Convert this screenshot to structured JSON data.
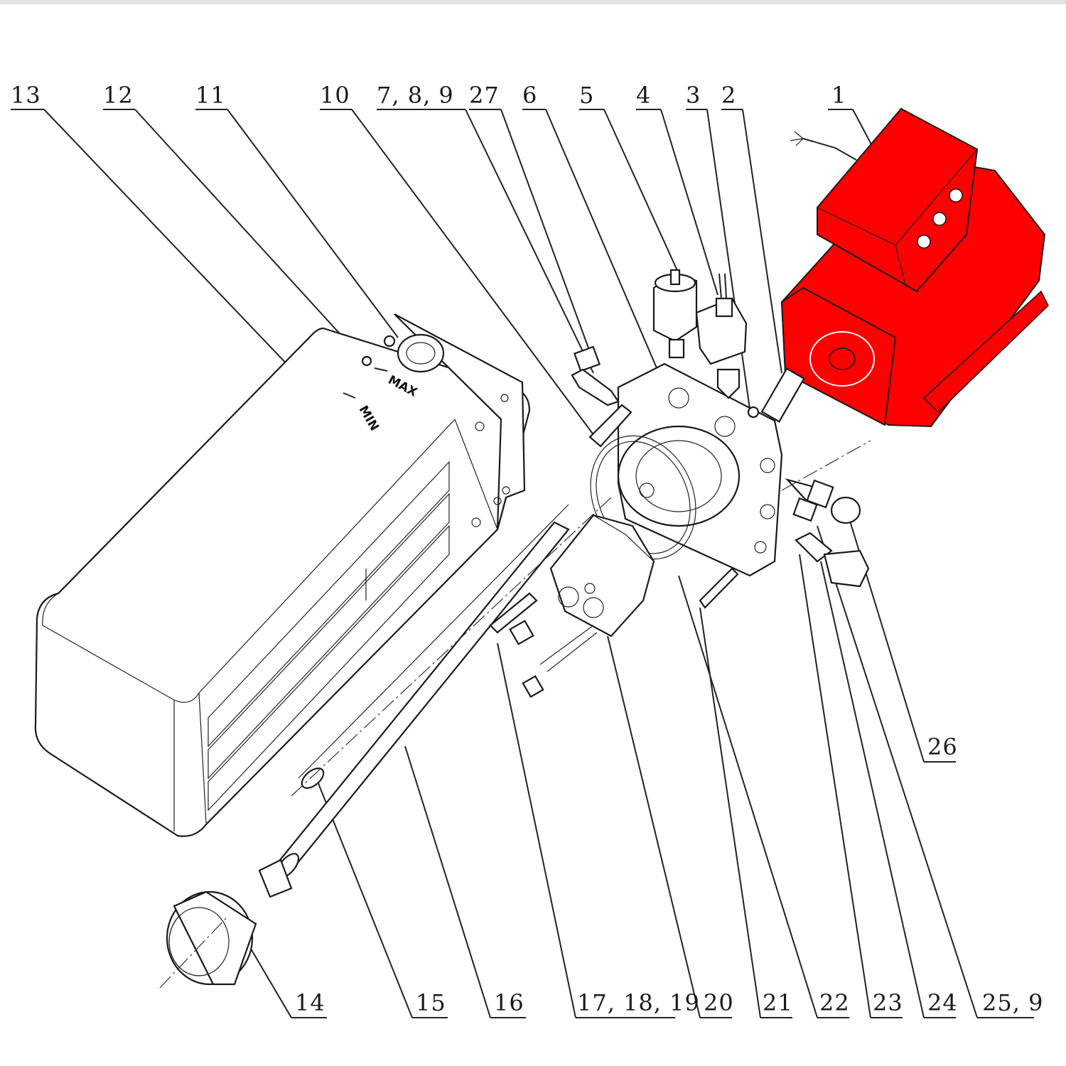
{
  "diagram": {
    "labels": [
      "1",
      "2",
      "3",
      "4",
      "5",
      "6",
      "27",
      "7, 8, 9",
      "10",
      "11",
      "12",
      "13",
      "14",
      "15",
      "16",
      "17, 18, 19",
      "20",
      "21",
      "22",
      "23",
      "24",
      "25, 9",
      "26"
    ],
    "tank_marks": {
      "max": "MAX",
      "min": "MIN"
    },
    "colors": {
      "motor": "#ff0000",
      "line": "#1a1a1a",
      "background": "#ffffff"
    }
  }
}
